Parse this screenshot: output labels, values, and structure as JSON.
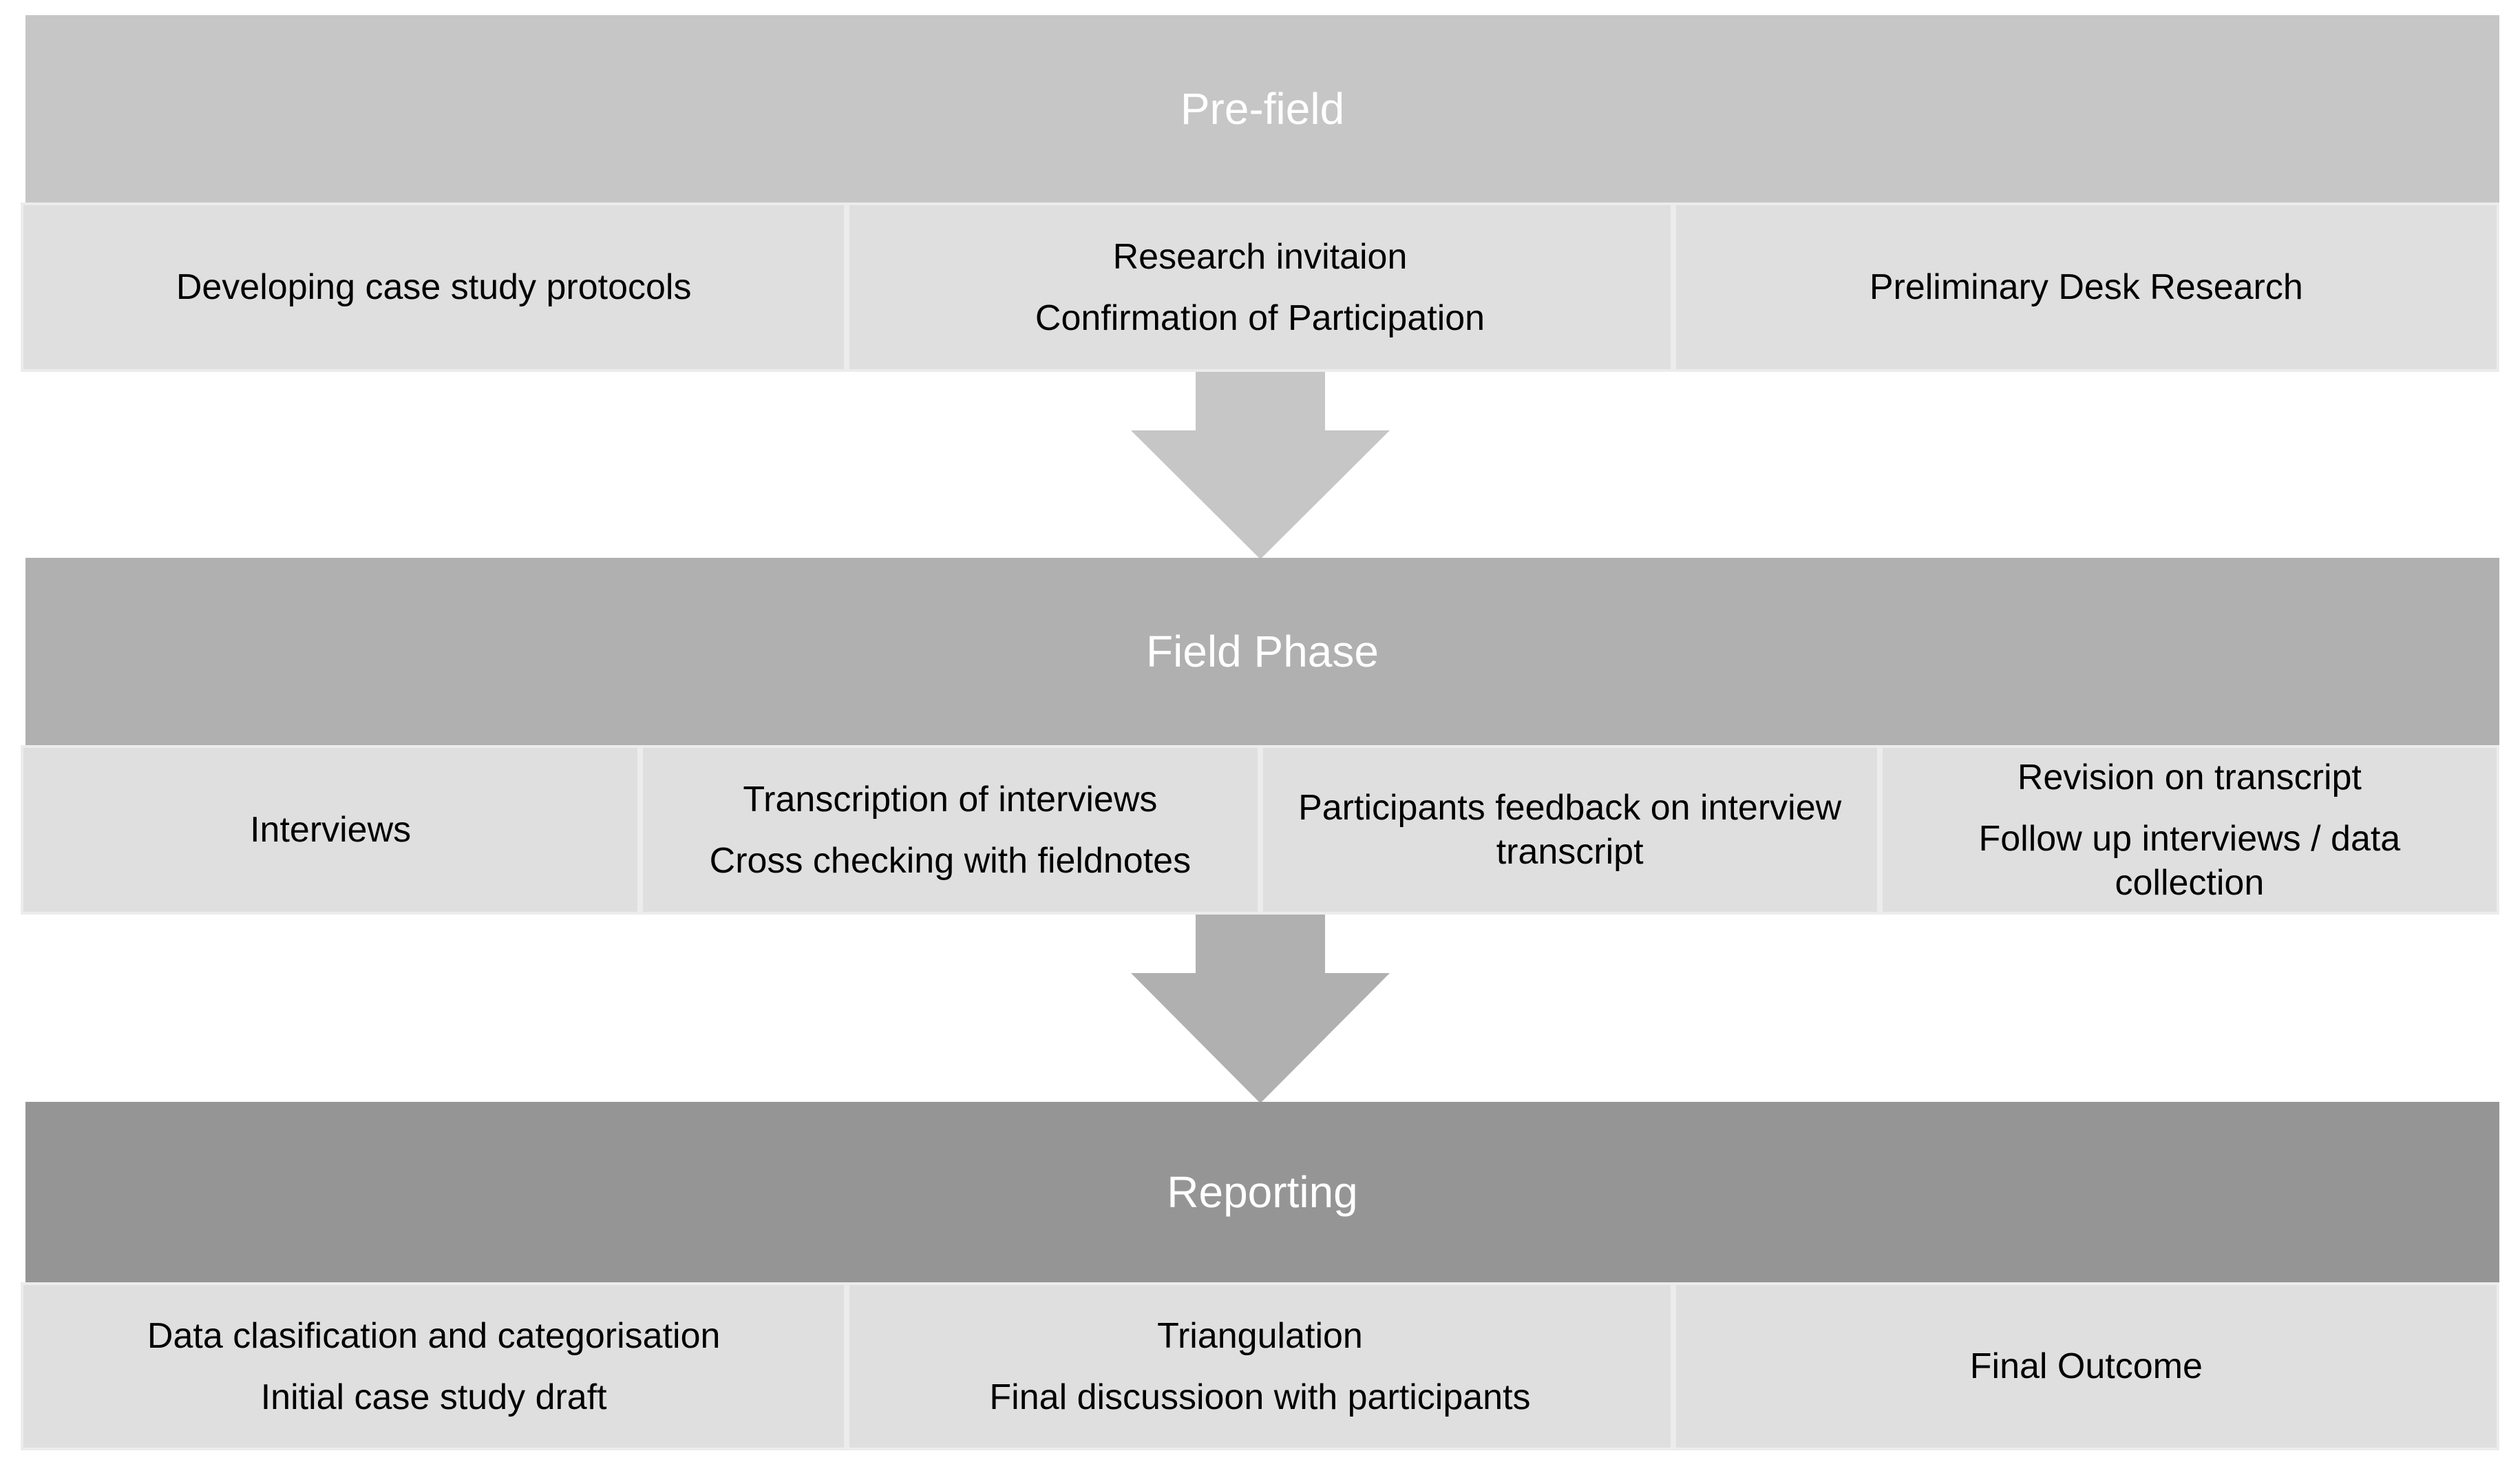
{
  "phases": [
    {
      "title": "Pre-field",
      "color": "#c6c6c6",
      "items": [
        [
          "Developing case study protocols"
        ],
        [
          "Research invitaion",
          "Confirmation of Participation"
        ],
        [
          "Preliminary Desk Research"
        ]
      ]
    },
    {
      "title": "Field Phase",
      "color": "#b0b0b0",
      "items": [
        [
          "Interviews"
        ],
        [
          "Transcription of interviews",
          "Cross checking with fieldnotes"
        ],
        [
          "Participants feedback on interview transcript"
        ],
        [
          "Revision on transcript",
          "Follow up interviews / data collection"
        ]
      ]
    },
    {
      "title": "Reporting",
      "color": "#959595",
      "items": [
        [
          "Data clasification and categorisation",
          "Initial case study draft"
        ],
        [
          "Triangulation",
          "Final discussioon with participants"
        ],
        [
          "Final Outcome"
        ]
      ]
    }
  ],
  "arrow_color": "#c6c6c6",
  "arrow_color_2": "#b0b0b0"
}
